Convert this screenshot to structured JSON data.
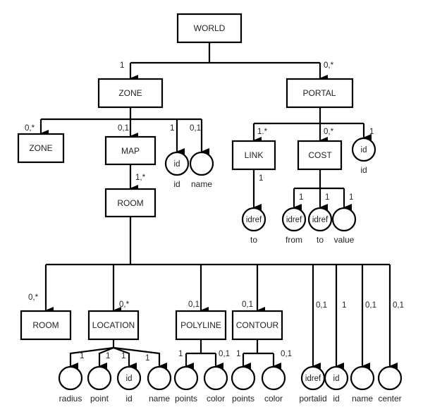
{
  "diagram": {
    "boxes": {
      "world": "WORLD",
      "zone": "ZONE",
      "portal": "PORTAL",
      "zone_child": "ZONE",
      "map": "MAP",
      "room": "ROOM",
      "link": "LINK",
      "cost": "COST",
      "room_child": "ROOM",
      "location": "LOCATION",
      "polyline": "POLYLINE",
      "contour": "CONTOUR"
    },
    "cardinalities": {
      "world_zone": "1",
      "world_portal": "0,*",
      "zone_zone": "0,*",
      "zone_map": "0,1",
      "zone_id": "1",
      "zone_name": "0,1",
      "map_room": "1,*",
      "portal_link": "1.*",
      "portal_cost": "0,*",
      "portal_id": "1",
      "link_to": "1",
      "cost_from": "1",
      "cost_to": "1",
      "cost_value": "1",
      "room_room": "0,*",
      "room_location": "0,*",
      "room_polyline": "0,1",
      "room_contour": "0,1",
      "room_portalid": "0,1",
      "room_id": "1",
      "room_name": "0,1",
      "room_center": "0,1",
      "location_radius": "1",
      "location_point": "1",
      "location_id": "1",
      "location_name": "1",
      "polyline_points": "1",
      "polyline_color": "0,1",
      "contour_points": "1",
      "contour_color": "0,1"
    },
    "attributes": {
      "zone_id": {
        "inner": "id",
        "label": "id"
      },
      "zone_name": {
        "inner": "",
        "label": "name"
      },
      "portal_id": {
        "inner": "id",
        "label": "id"
      },
      "link_to": {
        "inner": "idref",
        "label": "to"
      },
      "cost_from": {
        "inner": "idref",
        "label": "from"
      },
      "cost_to": {
        "inner": "idref",
        "label": "to"
      },
      "cost_value": {
        "inner": "",
        "label": "value"
      },
      "location_radius": {
        "inner": "",
        "label": "radius"
      },
      "location_point": {
        "inner": "",
        "label": "point"
      },
      "location_id": {
        "inner": "id",
        "label": "id"
      },
      "location_name": {
        "inner": "",
        "label": "name"
      },
      "polyline_points": {
        "inner": "",
        "label": "points"
      },
      "polyline_color": {
        "inner": "",
        "label": "color"
      },
      "contour_points": {
        "inner": "",
        "label": "points"
      },
      "contour_color": {
        "inner": "",
        "label": "color"
      },
      "room_portalid": {
        "inner": "idref",
        "label": "portalid"
      },
      "room_id": {
        "inner": "id",
        "label": "id"
      },
      "room_name": {
        "inner": "",
        "label": "name"
      },
      "room_center": {
        "inner": "",
        "label": "center"
      }
    }
  }
}
